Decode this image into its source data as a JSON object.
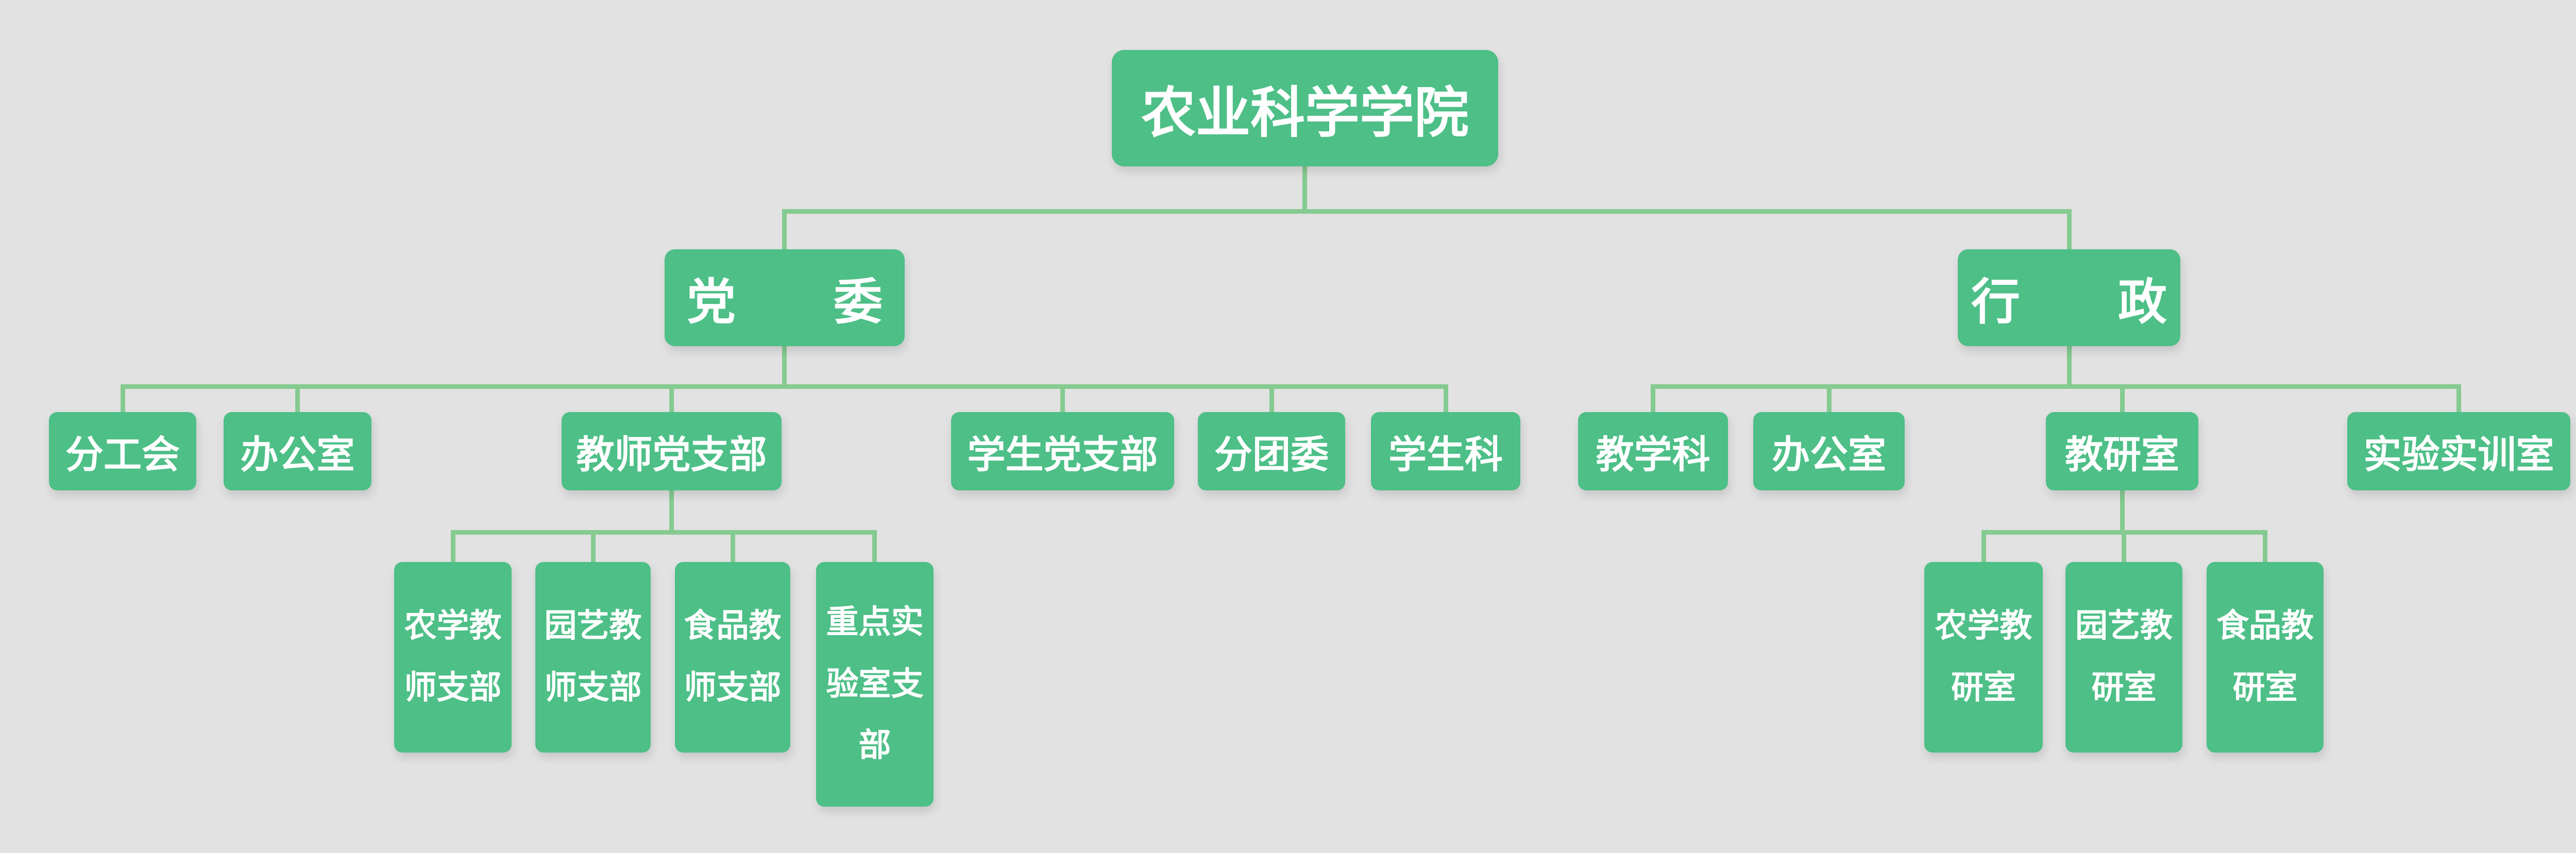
{
  "palette": {
    "background": "#e2e2e2",
    "node_fill": "#4dbf87",
    "connector": "#85cb91",
    "node_text": "#ffffff"
  },
  "org": {
    "root": {
      "label": "农业科学学院"
    },
    "branches": [
      {
        "label": "党　　委",
        "children": [
          {
            "label": "分工会"
          },
          {
            "label": "办公室"
          },
          {
            "label": "教师党支部",
            "children": [
              {
                "label": "农学教师支部"
              },
              {
                "label": "园艺教师支部"
              },
              {
                "label": "食品教师支部"
              },
              {
                "label": "重点实验室支部"
              }
            ]
          },
          {
            "label": "学生党支部"
          },
          {
            "label": "分团委"
          },
          {
            "label": "学生科"
          }
        ]
      },
      {
        "label": "行　　政",
        "children": [
          {
            "label": "教学科"
          },
          {
            "label": "办公室"
          },
          {
            "label": "教研室",
            "children": [
              {
                "label": "农学教研室"
              },
              {
                "label": "园艺教研室"
              },
              {
                "label": "食品教研室"
              }
            ]
          },
          {
            "label": "实验实训室"
          }
        ]
      }
    ]
  }
}
